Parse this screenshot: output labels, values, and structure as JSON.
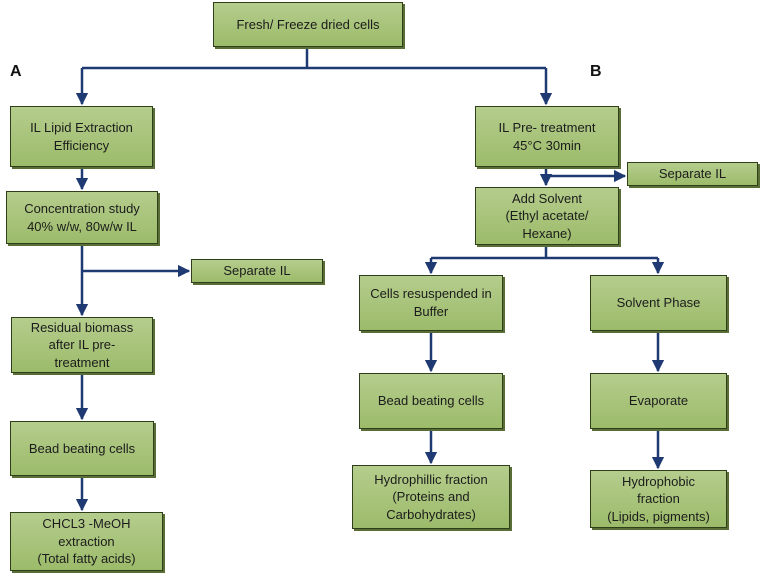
{
  "panels": {
    "a": "A",
    "b": "B"
  },
  "nodes": {
    "start": "Fresh/ Freeze dried cells",
    "a_extraction": "IL Lipid Extraction\nEfficiency",
    "a_concentration": "Concentration study\n40% w/w, 80w/w IL",
    "a_separate_il": "Separate IL",
    "a_residual": "Residual biomass\nafter IL pre-\ntreatment",
    "a_bead": "Bead beating cells",
    "a_chcl3": "CHCL3 -MeOH\nextraction\n(Total fatty acids)",
    "b_pretreatment": "IL Pre- treatment\n45°C 30min",
    "b_separate_il": "Separate IL",
    "b_solvent": "Add Solvent\n(Ethyl acetate/\nHexane)",
    "b_resuspended": "Cells resuspended in\nBuffer",
    "b_solvent_phase": "Solvent Phase",
    "b_bead": "Bead beating cells",
    "b_evaporate": "Evaporate",
    "b_hydrophillic": "Hydrophillic fraction\n(Proteins and\nCarbohydrates)",
    "b_hydrophobic": "Hydrophobic\nfraction\n(Lipids, pigments)"
  },
  "colors": {
    "box_fill_top": "#b5cd8d",
    "box_fill_bottom": "#9cbb6a",
    "box_border": "#2f3f1a",
    "connector": "#1f3a73"
  }
}
